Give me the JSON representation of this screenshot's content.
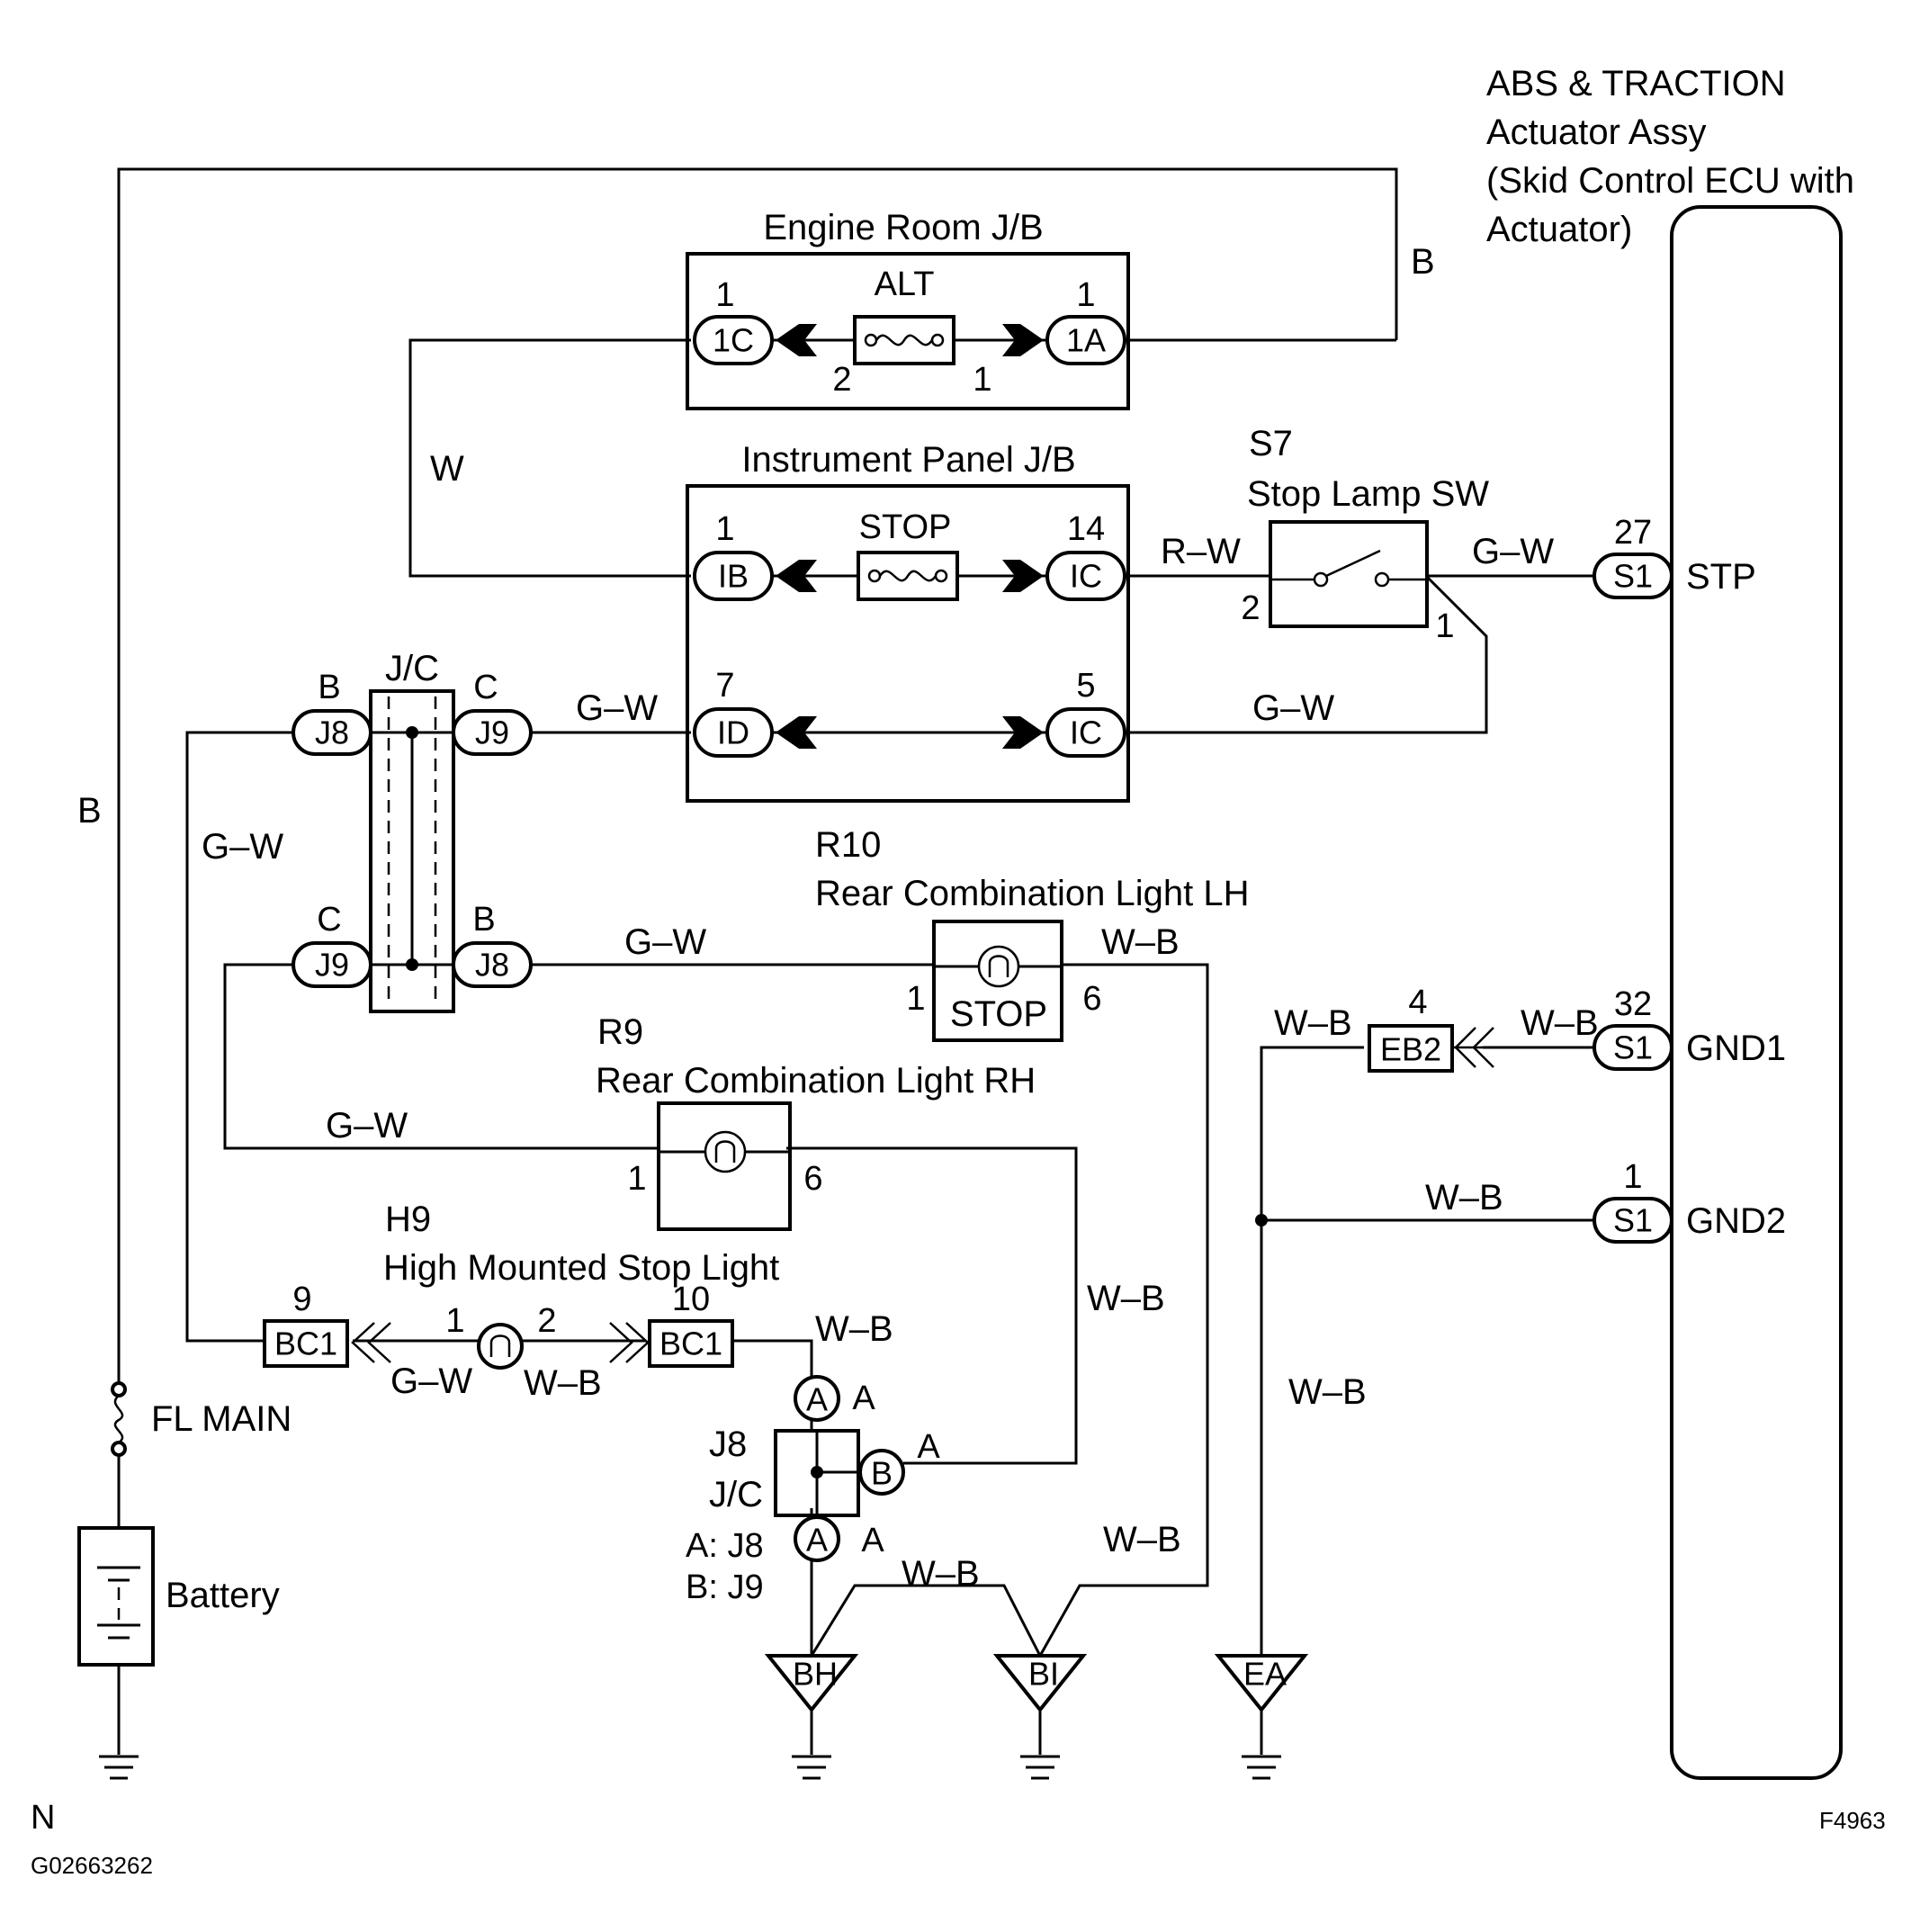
{
  "title_block": {
    "ecu_line1": "ABS & TRACTION",
    "ecu_line2": "Actuator Assy",
    "ecu_line3": "(Skid Control ECU with",
    "ecu_line4": "Actuator)"
  },
  "engine_room_jb": {
    "title": "Engine Room J/B",
    "fuse": "ALT",
    "left_conn": "1C",
    "left_pin": "1",
    "left_inner_pin": "2",
    "right_conn": "1A",
    "right_pin": "1",
    "right_inner_pin": "1"
  },
  "instrument_panel_jb": {
    "title": "Instrument Panel J/B",
    "fuse": "STOP",
    "conn_ib": "IB",
    "pin_ib": "1",
    "conn_ic_top": "IC",
    "pin_ic_top": "14",
    "conn_id": "ID",
    "pin_id": "7",
    "conn_ic_bottom": "IC",
    "pin_ic_bottom": "5"
  },
  "stop_lamp_sw": {
    "code": "S7",
    "name": "Stop Lamp SW",
    "pin_left": "2",
    "pin_right": "1"
  },
  "ecu": {
    "stp_conn": "S1",
    "stp_pin": "27",
    "stp_label": "STP",
    "gnd1_conn": "S1",
    "gnd1_pin": "32",
    "gnd1_label": "GND1",
    "gnd2_conn": "S1",
    "gnd2_pin": "1",
    "gnd2_label": "GND2"
  },
  "jc_upper": {
    "label": "J/C",
    "top_left_letter": "B",
    "top_left_conn": "J8",
    "top_right_letter": "C",
    "top_right_conn": "J9",
    "bottom_left_letter": "C",
    "bottom_left_conn": "J9",
    "bottom_right_letter": "B",
    "bottom_right_conn": "J8"
  },
  "rear_light_lh": {
    "code": "R10",
    "name": "Rear Combination Light LH",
    "inner": "STOP",
    "pin_left": "1",
    "pin_right": "6"
  },
  "rear_light_rh": {
    "code": "R9",
    "name": "Rear Combination Light RH",
    "pin_left": "1",
    "pin_right": "6"
  },
  "high_mount": {
    "code": "H9",
    "name": "High Mounted Stop Light",
    "left_conn": "BC1",
    "left_pin": "9",
    "right_conn": "BC1",
    "right_pin": "10",
    "pin_left": "1",
    "pin_right": "2"
  },
  "jc_lower": {
    "code": "J8",
    "label": "J/C",
    "legend_a": "A: J8",
    "legend_b": "B: J9",
    "circ_top": "A",
    "circ_top_letter": "A",
    "circ_right": "B",
    "circ_right_letter": "A",
    "circ_bottom": "A",
    "circ_bottom_letter": "A"
  },
  "eb2": {
    "conn": "EB2",
    "pin": "4"
  },
  "grounds": {
    "bh": "BH",
    "bi": "BI",
    "ea": "EA"
  },
  "power": {
    "fuse": "FL MAIN",
    "battery": "Battery"
  },
  "wires": {
    "b_left": "B",
    "b_top_right": "B",
    "w_left": "W",
    "rw": "R–W",
    "gw_sw_ecu": "G–W",
    "gw_jc_id": "G–W",
    "gw_ic_right": "G–W",
    "gw_left_vertical": "G–W",
    "gw_to_lh": "G–W",
    "wb_lh_right": "W–B",
    "gw_to_rh": "G–W",
    "wb_rh_right": "W–B",
    "gw_hm_left": "G–W",
    "wb_hm_right": "W–B",
    "wb_bc1_right": "W–B",
    "wb_bh_bi": "W–B",
    "wb_to_bi": "W–B",
    "wb_eb2_left": "W–B",
    "wb_eb2_right": "W–B",
    "wb_gnd2": "W–B",
    "wb_ea_vertical": "W–B"
  },
  "footer": {
    "left_letter": "N",
    "left_code": "G02663262",
    "right_code": "F4963"
  }
}
